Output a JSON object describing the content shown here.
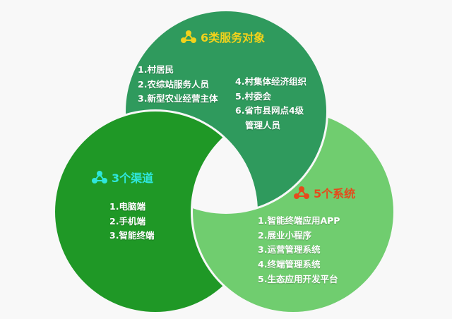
{
  "colors": {
    "top": "#2f9a5d",
    "left": "#1f9826",
    "right": "#70cd6f",
    "top_title": "#f2d21b",
    "left_title": "#2fe6dc",
    "right_title": "#e64a1c"
  },
  "top": {
    "title": "6类服务对象",
    "icon": "people-network-icon",
    "col1": [
      "1.村居民",
      "2.农综站服务人员",
      "3.新型农业经营主体"
    ],
    "col2": [
      "4.村集体经济组织",
      "5.村委会",
      "6.省市县网点4级",
      "管理人员"
    ]
  },
  "left": {
    "title": "3个渠道",
    "icon": "people-network-icon",
    "items": [
      "1.电脑端",
      "2.手机端",
      "3.智能终端"
    ]
  },
  "right": {
    "title": "5个系统",
    "icon": "people-network-icon",
    "items": [
      "1.智能终端应用APP",
      "2.展业小程序",
      "3.运营管理系统",
      "4.终端管理系统",
      "5.生态应用开发平台"
    ]
  }
}
